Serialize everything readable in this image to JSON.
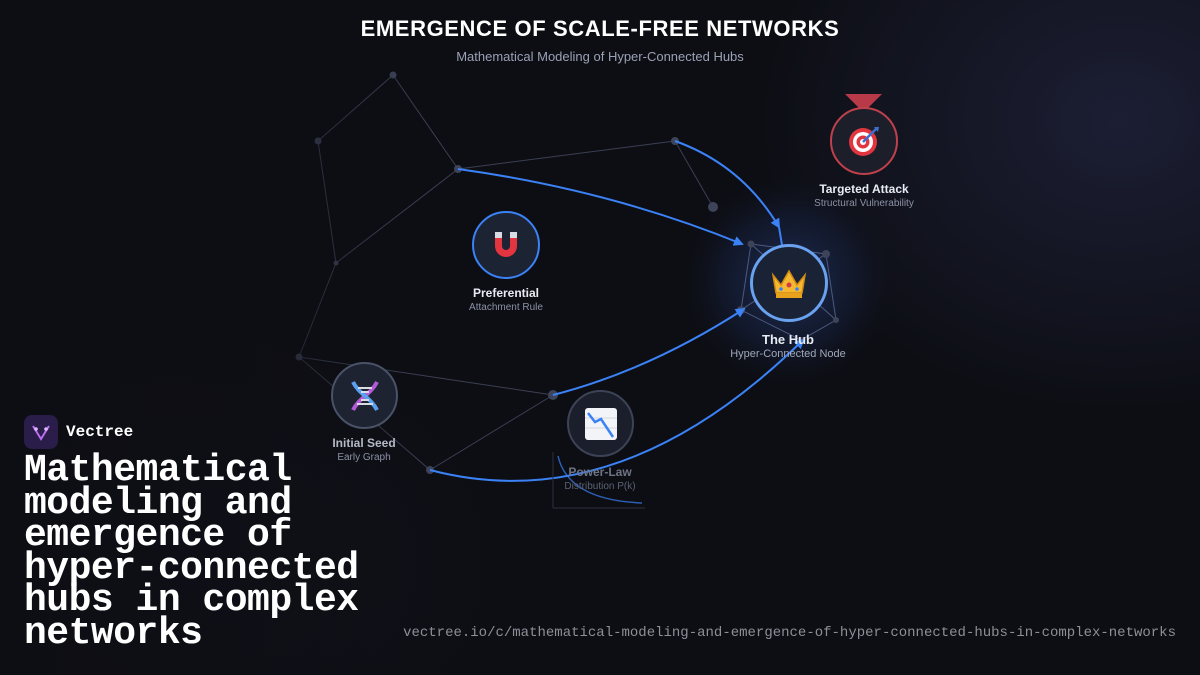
{
  "header": {
    "title": "EMERGENCE OF SCALE-FREE NETWORKS",
    "subtitle": "Mathematical Modeling of Hyper-Connected Hubs"
  },
  "nodes": {
    "preferential": {
      "title": "Preferential",
      "subtitle": "Attachment Rule",
      "icon": "magnet-icon"
    },
    "hub": {
      "title": "The Hub",
      "subtitle": "Hyper-Connected Node",
      "icon": "crown-icon"
    },
    "attack": {
      "title": "Targeted Attack",
      "subtitle": "Structural Vulnerability",
      "icon": "target-icon"
    },
    "seed": {
      "title": "Initial Seed",
      "subtitle": "Early Graph",
      "icon": "dna-icon"
    },
    "powerlaw": {
      "title": "Power-Law",
      "subtitle": "Distribution P(k)",
      "icon": "chart-decreasing-icon"
    }
  },
  "colors": {
    "background": "#0d0e14",
    "accent_blue": "#3b82f6",
    "attack_red": "#c0414b",
    "brand_purple": "#2a1d4a"
  },
  "brand": {
    "name": "Vectree"
  },
  "headline": "Mathematical modeling and emergence of hyper-connected hubs in complex networks",
  "url": "vectree.io/c/mathematical-modeling-and-emergence-of-hyper-connected-hubs-in-complex-networks"
}
